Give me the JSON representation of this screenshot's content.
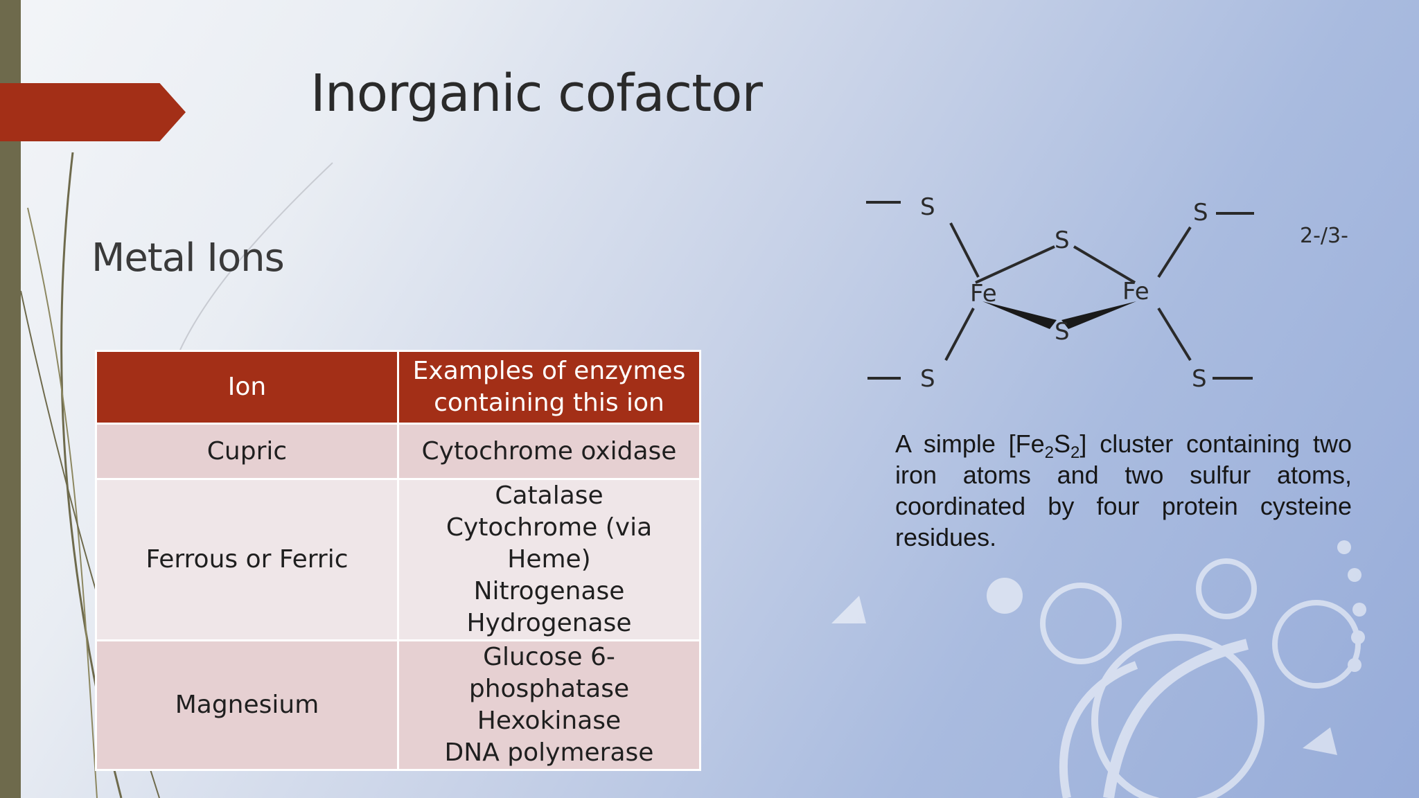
{
  "slide": {
    "title": "Inorganic cofactor",
    "subtitle": "Metal Ions",
    "accent_color": "#a32f17"
  },
  "table": {
    "headers": [
      "Ion",
      "Examples of enzymes containing this ion"
    ],
    "rows": [
      {
        "ion": "Cupric",
        "enzymes": [
          "Cytochrome oxidase"
        ]
      },
      {
        "ion": "Ferrous or Ferric",
        "enzymes": [
          "Catalase",
          "Cytochrome (via Heme)",
          "Nitrogenase",
          "Hydrogenase"
        ]
      },
      {
        "ion": "Magnesium",
        "enzymes": [
          "Glucose 6-phosphatase",
          "Hexokinase",
          "DNA polymerase"
        ]
      }
    ]
  },
  "structure": {
    "charge": "2-/3-",
    "atoms": {
      "fe": "Fe",
      "s": "S"
    }
  },
  "caption": {
    "prefix": "A simple [Fe",
    "sub1": "2",
    "mid": "S",
    "sub2": "2",
    "suffix": "] cluster containing two iron atoms and two sulfur atoms, coordinated by four protein cysteine residues."
  }
}
